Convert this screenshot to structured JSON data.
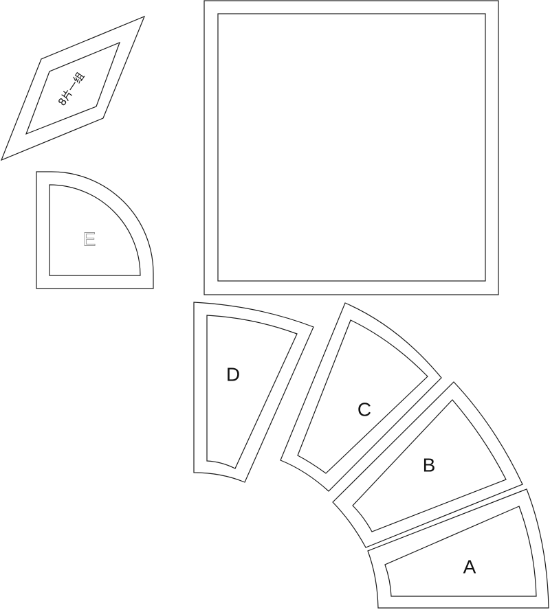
{
  "pattern": {
    "pieces": {
      "diamond": {
        "note": "8片一组"
      },
      "quarter_circle": {
        "label": "E"
      },
      "square": {
        "label": ""
      },
      "arc_d": {
        "label": "D"
      },
      "arc_c": {
        "label": "C"
      },
      "arc_b": {
        "label": "B"
      },
      "arc_a": {
        "label": "A"
      }
    }
  }
}
